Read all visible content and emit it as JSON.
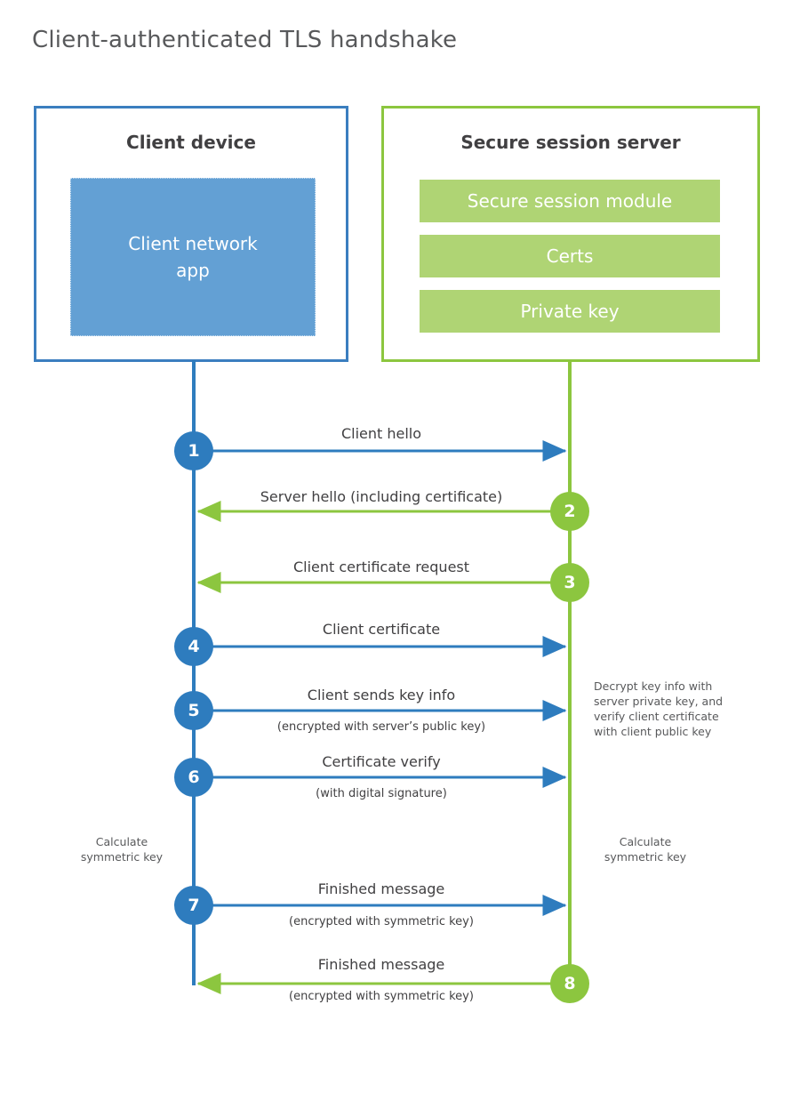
{
  "title": "Client-authenticated TLS handshake",
  "colors": {
    "client_accent": "#3b7ebf",
    "client_fill": "#63a0d4",
    "client_circle": "#2e7cbe",
    "server_accent": "#8cc63f",
    "server_fill": "#afd474",
    "text": "#414042",
    "title_text": "#58595b",
    "background": "#ffffff"
  },
  "client": {
    "title": "Client device",
    "app_label": "Client network app"
  },
  "server": {
    "title": "Secure session server",
    "modules": [
      "Secure session module",
      "Certs",
      "Private key"
    ]
  },
  "messages": [
    {
      "step": "1",
      "label": "Client hello",
      "sublabel": "",
      "direction": "client-to-server",
      "color": "#2e7cbe"
    },
    {
      "step": "2",
      "label": "Server hello (including certificate)",
      "sublabel": "",
      "direction": "server-to-client",
      "color": "#8cc63f"
    },
    {
      "step": "3",
      "label": "Client certificate request",
      "sublabel": "",
      "direction": "server-to-client",
      "color": "#8cc63f"
    },
    {
      "step": "4",
      "label": "Client certificate",
      "sublabel": "",
      "direction": "client-to-server",
      "color": "#2e7cbe"
    },
    {
      "step": "5",
      "label": "Client sends key info",
      "sublabel": "(encrypted with server’s public key)",
      "direction": "client-to-server",
      "color": "#2e7cbe"
    },
    {
      "step": "6",
      "label": "Certificate verify",
      "sublabel": "(with digital signature)",
      "direction": "client-to-server",
      "color": "#2e7cbe"
    },
    {
      "step": "7",
      "label": "Finished message",
      "sublabel": "(encrypted with symmetric key)",
      "direction": "client-to-server",
      "color": "#2e7cbe"
    },
    {
      "step": "8",
      "label": "Finished message",
      "sublabel": "(encrypted with symmetric key)",
      "direction": "server-to-client",
      "color": "#8cc63f"
    }
  ],
  "notes": {
    "server_decrypt": "Decrypt key info with server private key, and verify client certificate with client public key",
    "server_decrypt_lines": [
      "Decrypt key info with",
      "server private key, and",
      "verify client certificate",
      "with client public key"
    ],
    "client_calculate": "Calculate symmetric key",
    "client_calculate_lines": [
      "Calculate",
      "symmetric key"
    ],
    "server_calculate": "Calculate symmetric key",
    "server_calculate_lines": [
      "Calculate",
      "symmetric key"
    ]
  }
}
